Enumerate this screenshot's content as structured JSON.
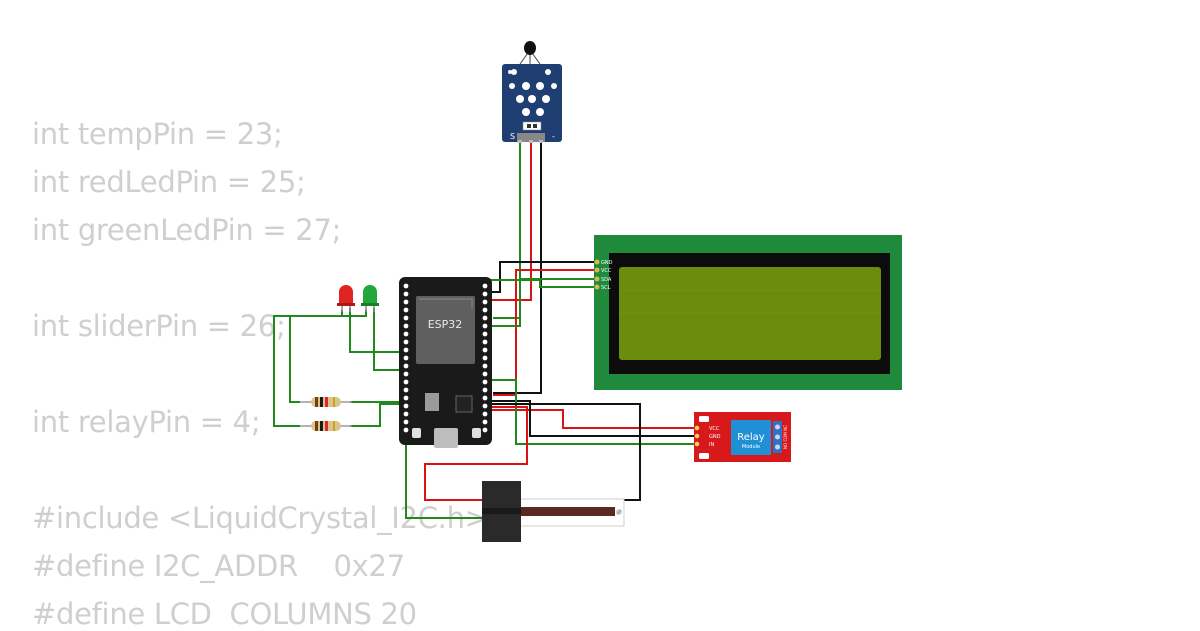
{
  "code_lines": [
    "int tempPin = 23;",
    "int redLedPin = 25;",
    "int greenLedPin = 27;",
    "int sliderPin = 26;",
    "int relayPin = 4;",
    "#include <LiquidCrystal_I2C.h>",
    "#define I2C_ADDR    0x27",
    "#define LCD  COLUMNS 20"
  ],
  "esp32": {
    "label": "ESP32"
  },
  "temp_sensor": {
    "pin_left": "S",
    "pin_right": "-"
  },
  "lcd": {
    "pins": [
      "GND",
      "VCC",
      "SDA",
      "SCL"
    ]
  },
  "relay": {
    "title": "Relay",
    "subtitle": "Module",
    "pins": [
      "VCC",
      "GND",
      "IN"
    ],
    "side_label": "NO COM NC"
  },
  "colors": {
    "code_text": "#cfcfcf",
    "wire_green": "#1e8a1e",
    "wire_red": "#d81414",
    "wire_black": "#111111",
    "lcd_board": "#1f8a3c",
    "lcd_screen": "#6b8c0c",
    "relay_board": "#d8191b",
    "esp_board": "#1a1a1a",
    "sensor_board": "#1f3f73"
  }
}
